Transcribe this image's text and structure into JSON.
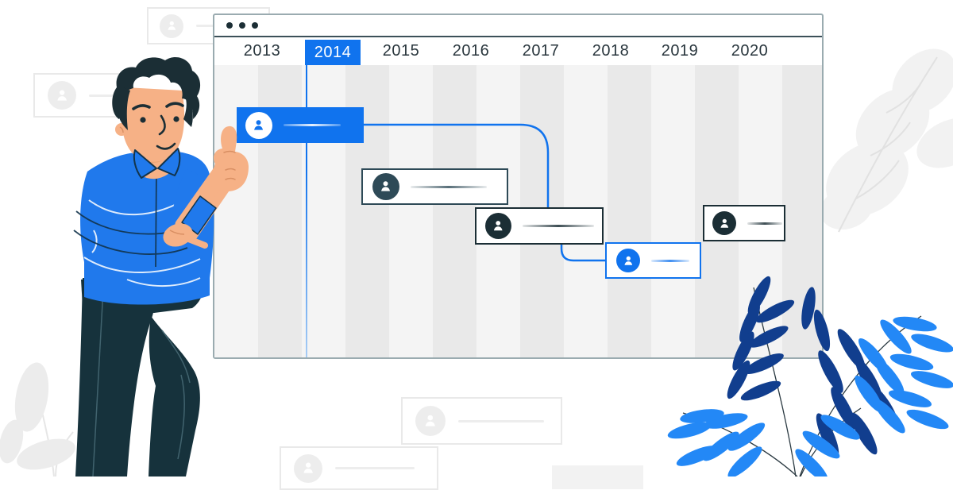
{
  "window": {
    "controls": {
      "dots": 3
    },
    "years": [
      "2013",
      "2014",
      "2015",
      "2016",
      "2017",
      "2018",
      "2019",
      "2020"
    ],
    "selected_year": "2014",
    "timeline": {
      "items": [
        {
          "id": 1,
          "style": "selected-blue",
          "icon": "person",
          "approx_start": 2013.0,
          "approx_end": 2014.8
        },
        {
          "id": 2,
          "style": "outlined-dark",
          "icon": "person",
          "approx_start": 2014.8,
          "approx_end": 2016.9
        },
        {
          "id": 3,
          "style": "outlined-dark",
          "icon": "person",
          "approx_start": 2016.4,
          "approx_end": 2018.3
        },
        {
          "id": 4,
          "style": "outlined-blue",
          "icon": "person",
          "approx_start": 2018.3,
          "approx_end": 2019.7
        },
        {
          "id": 5,
          "style": "outlined-dark",
          "icon": "person",
          "approx_start": 2019.7,
          "approx_end": 2020.9
        }
      ],
      "connections": [
        [
          1,
          3
        ],
        [
          3,
          4
        ]
      ]
    }
  },
  "decor": {
    "ghost_cards": 5,
    "person": {
      "pose": "thumbs-up",
      "shirt_color": "#2079ec",
      "pants_color": "#16323c",
      "skin_color": "#f6b186",
      "hair_color": "#1b2e35"
    },
    "plant_colors": {
      "bright": "#2388f6",
      "dark": "#113e8e",
      "background_gray": "#ececec"
    }
  },
  "colors": {
    "accent_blue": "#1073ee",
    "dark_navy": "#1b2e35",
    "stripe_light": "#f4f4f4",
    "stripe_dark": "#e9e9e9",
    "window_border": "#9aabb0"
  }
}
